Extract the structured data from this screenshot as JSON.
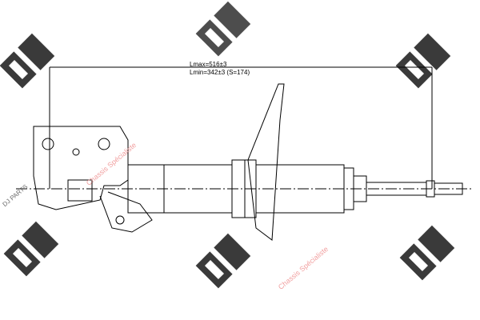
{
  "dimensions": {
    "lmax": "Lmax=516±3",
    "lmin": "Lmin=342±3 (S=174)"
  },
  "watermark": {
    "brand": "DJ PARTS",
    "text": "Chassis Spécialiste",
    "logo_color": "#333333",
    "text_color": "#e88888"
  }
}
